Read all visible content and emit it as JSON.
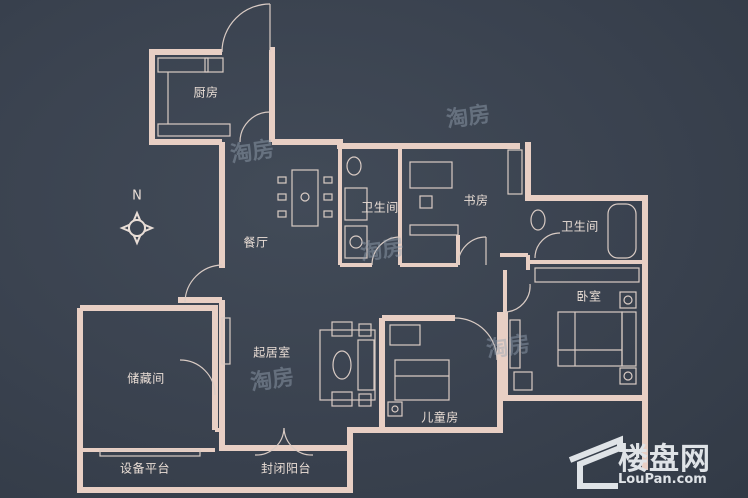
{
  "colors": {
    "background": "#3a4350",
    "wall": "#e8cfc4",
    "line": "#d9cbc4",
    "text": "#eaded6"
  },
  "compass": {
    "label": "N"
  },
  "rooms": [
    {
      "id": "kitchen",
      "label": "厨房"
    },
    {
      "id": "dining",
      "label": "餐厅"
    },
    {
      "id": "bathroom-1",
      "label": "卫生间"
    },
    {
      "id": "study",
      "label": "书房"
    },
    {
      "id": "bathroom-2",
      "label": "卫生间"
    },
    {
      "id": "bedroom",
      "label": "卧室"
    },
    {
      "id": "living",
      "label": "起居室"
    },
    {
      "id": "storage",
      "label": "储藏间"
    },
    {
      "id": "kids-room",
      "label": "儿童房"
    },
    {
      "id": "equipment-platform",
      "label": "设备平台"
    },
    {
      "id": "enclosed-balcony",
      "label": "封闭阳台"
    }
  ],
  "watermarks": [
    "淘房",
    "淘房",
    "淘房",
    "淘房",
    "淘房"
  ],
  "logo": {
    "cn": "楼盘网",
    "en": "LouPan.com"
  }
}
